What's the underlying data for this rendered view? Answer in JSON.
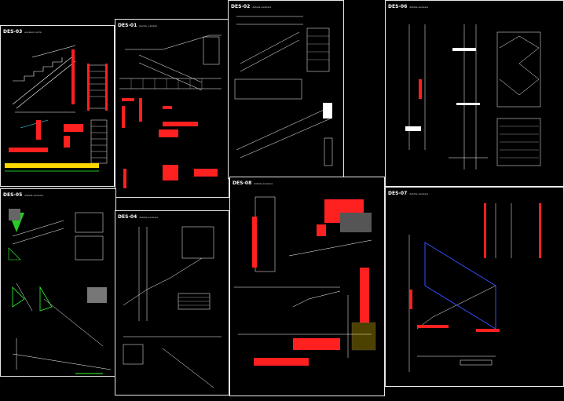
{
  "sheets": [
    {
      "id": "s1",
      "code": "DES-03",
      "subtitle": "escalera recta"
    },
    {
      "id": "s2",
      "code": "DES-01",
      "subtitle": "planta y alzado"
    },
    {
      "id": "s3",
      "code": "DES-02",
      "subtitle": "detalle escalera"
    },
    {
      "id": "s4",
      "code": "DES-06",
      "subtitle": "detalle escalera"
    },
    {
      "id": "s5",
      "code": "DES-05",
      "subtitle": "detalle escalera"
    },
    {
      "id": "s6",
      "code": "DES-08",
      "subtitle": "detalle escalera"
    },
    {
      "id": "s7",
      "code": "DES-04",
      "subtitle": "detalle escalera"
    },
    {
      "id": "s8",
      "code": "DES-07",
      "subtitle": "detalle escalera"
    }
  ],
  "colors": {
    "line": "#ffffff",
    "accent": "#ff2020",
    "cyan": "#40e0ff",
    "green": "#30ff30",
    "yellow": "#ffd800",
    "blue": "#3050ff",
    "frame": "#e8e8e8"
  }
}
